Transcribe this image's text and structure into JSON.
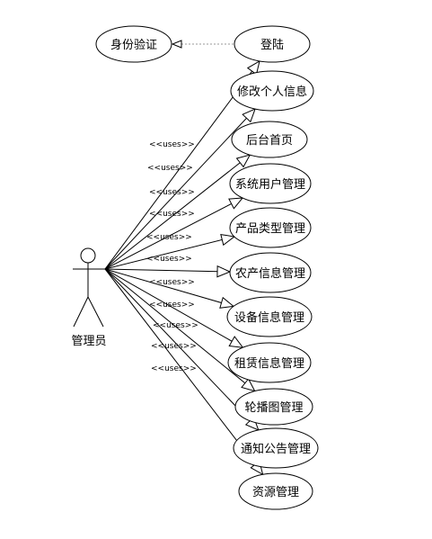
{
  "actor": {
    "label": "管理员"
  },
  "stereotype": "<<uses>>",
  "base_use_case": {
    "label": "身份验证"
  },
  "use_cases": [
    {
      "label": "登陆"
    },
    {
      "label": "修改个人信息"
    },
    {
      "label": "后台首页"
    },
    {
      "label": "系统用户管理"
    },
    {
      "label": "产品类型管理"
    },
    {
      "label": "农产信息管理"
    },
    {
      "label": "设备信息管理"
    },
    {
      "label": "租赁信息管理"
    },
    {
      "label": "轮播图管理"
    },
    {
      "label": "通知公告管理"
    },
    {
      "label": "资源管理"
    }
  ]
}
